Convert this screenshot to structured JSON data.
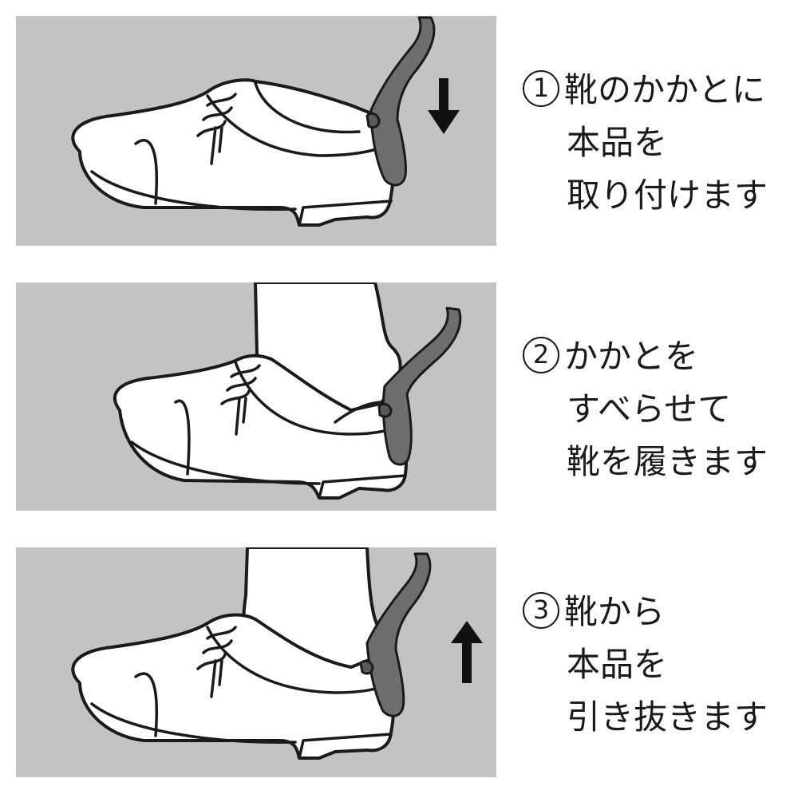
{
  "steps": [
    {
      "number": "1",
      "lines": [
        "靴のかかとに",
        "本品を",
        "取り付けます"
      ],
      "arrow": "down-arrow-icon"
    },
    {
      "number": "2",
      "lines": [
        "かかとを",
        "すべらせて",
        "靴を履きます"
      ],
      "arrow": ""
    },
    {
      "number": "3",
      "lines": [
        "靴から",
        "本品を",
        "引き抜きます"
      ],
      "arrow": "up-arrow-icon"
    }
  ],
  "colors": {
    "panel_background": "#c3c3c5",
    "shoe_horn": "#6e6e70",
    "outline": "#1a1a1a"
  }
}
